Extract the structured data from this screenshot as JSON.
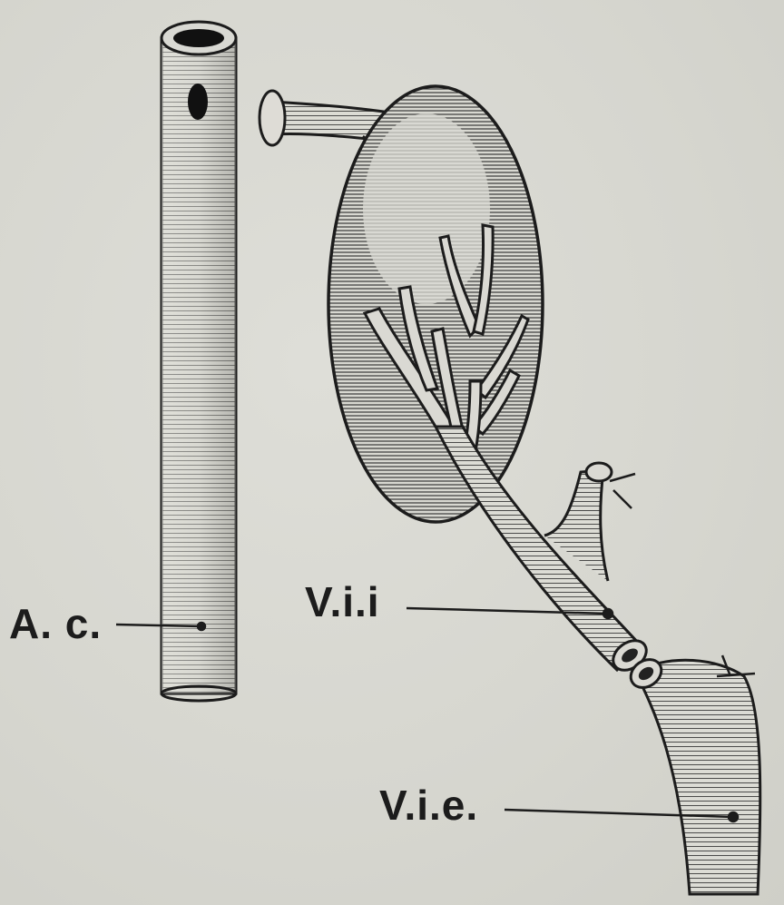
{
  "labels": {
    "artery": "A. c.",
    "vein_internal": "V.i.i",
    "vein_external": "V.i.e."
  },
  "colors": {
    "ink": "#1c1c1c",
    "paper": "#d9d9d3"
  }
}
